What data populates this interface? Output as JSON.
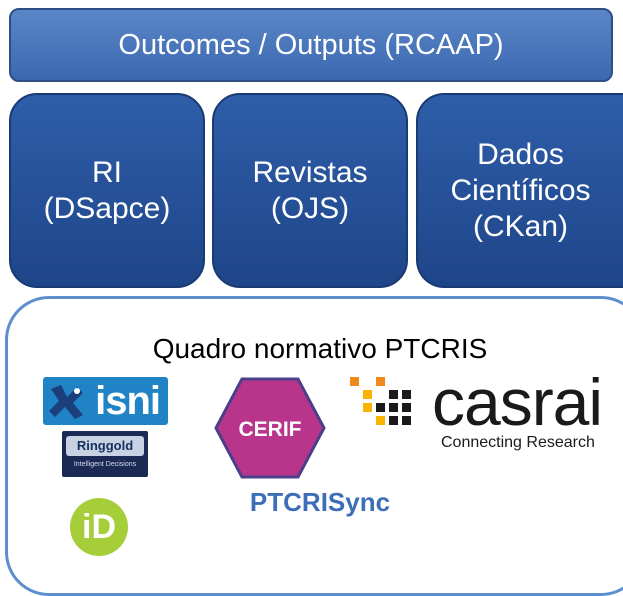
{
  "header": {
    "title": "Outcomes / Outputs (RCAAP)"
  },
  "columns": [
    {
      "lines": [
        "RI",
        "(DSapce)"
      ]
    },
    {
      "lines": [
        "Revistas",
        "(OJS)"
      ]
    },
    {
      "lines": [
        "Dados",
        "Científicos",
        "(CKan)"
      ]
    }
  ],
  "framework": {
    "title": "Quadro normativo PTCRIS",
    "logos": {
      "isni": "isni",
      "ringgold_name": "Ringgold",
      "ringgold_tagline": "Intelligent Decisions",
      "orcid": "iD",
      "cerif": "CERIF",
      "casrai_name": "casrai",
      "casrai_tagline": "Connecting Research"
    },
    "project": "PTCRISync"
  },
  "colors": {
    "header_blue": "#4a78bd",
    "column_blue": "#2a559e",
    "frame_border": "#5b8fce",
    "isni_blue": "#1f83c5",
    "orcid_green": "#a6ce39",
    "cerif_purple": "#b9358c",
    "casrai_orange": "#f18a1c",
    "ptcrisync_blue": "#3c6fb8"
  }
}
